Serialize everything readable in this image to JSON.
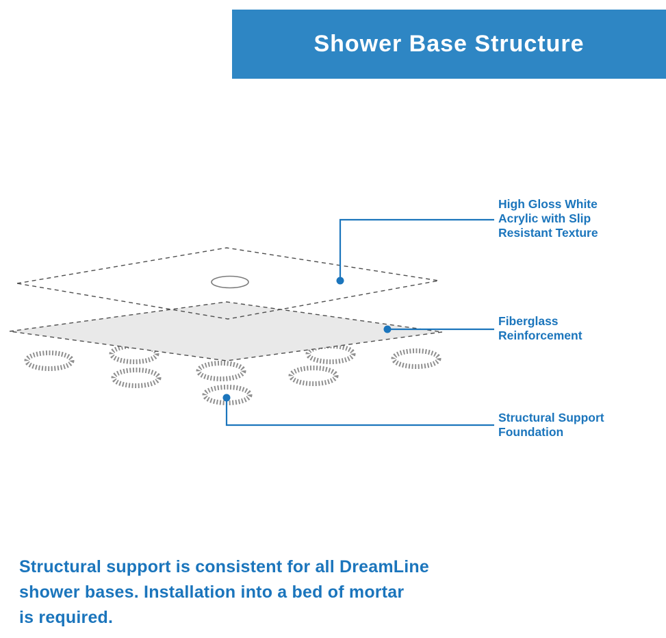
{
  "header": {
    "title": "Shower Base Structure"
  },
  "callouts": [
    {
      "label": "High Gloss White\nAcrylic with Slip\nResistant Texture"
    },
    {
      "label": "Fiberglass\nReinforcement"
    },
    {
      "label": "Structural Support\nFoundation"
    }
  ],
  "footer": {
    "text": "Structural support is consistent for all DreamLine\nshower bases. Installation into a bed of mortar\nis required."
  },
  "colors": {
    "header_bg": "#2e86c4",
    "accent": "#1b75bc",
    "layer_fill": "#e9e9e9",
    "outline": "#4d4d4d",
    "ring": "#8f8f8f"
  }
}
